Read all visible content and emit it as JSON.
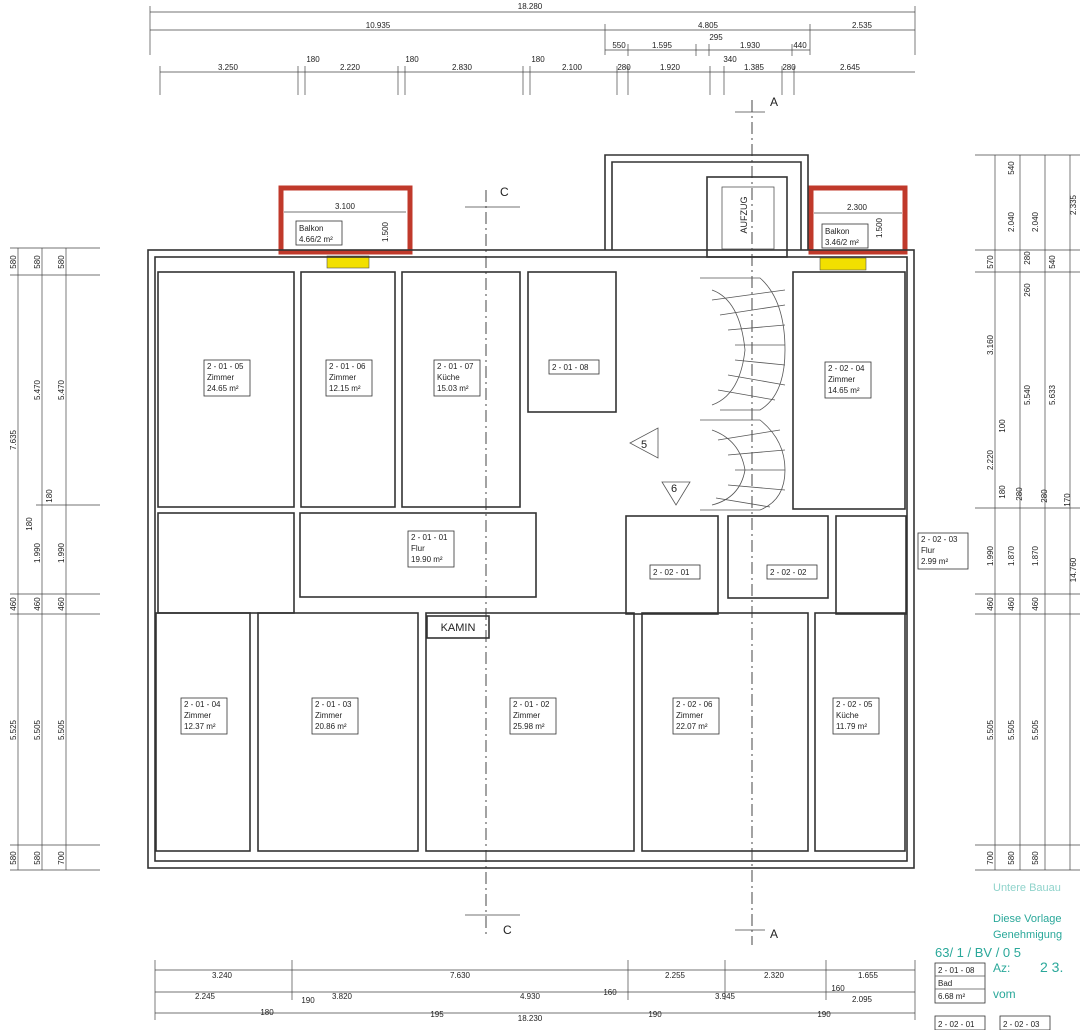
{
  "top_dims": {
    "row1": [
      "18.280"
    ],
    "row2": [
      "10.935",
      "4.805",
      "2.535"
    ],
    "row3": [
      "550",
      "1.595",
      "295",
      "1.930",
      "440"
    ],
    "row4": [
      "3.250",
      "180",
      "2.220",
      "180",
      "2.830",
      "180",
      "2.100",
      "280",
      "1.920",
      "340",
      "1.385",
      "280",
      "2.645"
    ]
  },
  "bottom_dims": {
    "row1": [
      "3.240",
      "7.630",
      "2.255",
      "2.320",
      "1.655"
    ],
    "row2": [
      "2.245",
      "190",
      "3.820",
      "4.930",
      "160",
      "3.945",
      "160",
      "2.095"
    ],
    "row3": [
      "180",
      "195",
      "18.230",
      "190",
      "190"
    ]
  },
  "left_dims": [
    "580",
    "580",
    "580",
    "7.635",
    "5.470",
    "5.470",
    "180",
    "180",
    "1.990",
    "1.990",
    "460",
    "460",
    "460",
    "5.525",
    "5.505",
    "5.505",
    "580",
    "580",
    "700"
  ],
  "right_dims": [
    "540",
    "2.040",
    "2.040",
    "2.335",
    "570",
    "280",
    "260",
    "540",
    "3.160",
    "5.540",
    "5.633",
    "100",
    "2.220",
    "180",
    "280",
    "280",
    "170",
    "1.990",
    "1.870",
    "1.870",
    "14.760",
    "460",
    "460",
    "460",
    "5.505",
    "5.505",
    "5.505",
    "700",
    "580",
    "580"
  ],
  "balconies": [
    {
      "name": "Balkon",
      "area": "4.66/2 m²",
      "width": "3.100",
      "depth": "1.500"
    },
    {
      "name": "Balkon",
      "area": "3.46/2 m²",
      "width": "2.300",
      "depth": "1.500"
    }
  ],
  "rooms": [
    {
      "id": "2 - 01 - 05",
      "name": "Zimmer",
      "area": "24.65 m²"
    },
    {
      "id": "2 - 01 - 06",
      "name": "Zimmer",
      "area": "12.15 m²"
    },
    {
      "id": "2 - 01 - 07",
      "name": "Küche",
      "area": "15.03 m²"
    },
    {
      "id": "2 - 01 - 08",
      "name": "",
      "area": ""
    },
    {
      "id": "2 - 02 - 04",
      "name": "Zimmer",
      "area": "14.65 m²"
    },
    {
      "id": "2 - 01 - 01",
      "name": "Flur",
      "area": "19.90 m²"
    },
    {
      "id": "2 - 02 - 01",
      "name": "",
      "area": ""
    },
    {
      "id": "2 - 02 - 02",
      "name": "",
      "area": ""
    },
    {
      "id": "2 - 02 - 03",
      "name": "Flur",
      "area": "2.99 m²"
    },
    {
      "id": "2 - 01 - 04",
      "name": "Zimmer",
      "area": "12.37 m²"
    },
    {
      "id": "2 - 01 - 03",
      "name": "Zimmer",
      "area": "20.86 m²"
    },
    {
      "id": "2 - 01 - 02",
      "name": "Zimmer",
      "area": "25.98 m²"
    },
    {
      "id": "2 - 02 - 06",
      "name": "Zimmer",
      "area": "22.07 m²"
    },
    {
      "id": "2 - 02 - 05",
      "name": "Küche",
      "area": "11.79 m²"
    }
  ],
  "labels": {
    "kamin": "KAMIN",
    "aufzug": "AUFZUG",
    "stair5": "5",
    "stair6": "6",
    "section_a": "A",
    "section_c": "C"
  },
  "legend": [
    {
      "id": "2 - 01 - 08",
      "name": "Bad",
      "area": "6.68 m²"
    },
    {
      "id": "2 - 02 - 01",
      "name": "",
      "area": ""
    },
    {
      "id": "2 - 02 - 03",
      "name": "",
      "area": ""
    }
  ],
  "stamp": {
    "line1": "Untere Bauau",
    "line2": "Diese Vorlage",
    "line3": "Genehmigung",
    "line4": "63/ 1 / BV / 0 5",
    "line5": "Az:",
    "line6": "2 3.",
    "line7": "vom"
  },
  "colors": {
    "balcony": "#c0392b",
    "window_highlight": "#f2e000",
    "stamp": "#2aa89a"
  }
}
